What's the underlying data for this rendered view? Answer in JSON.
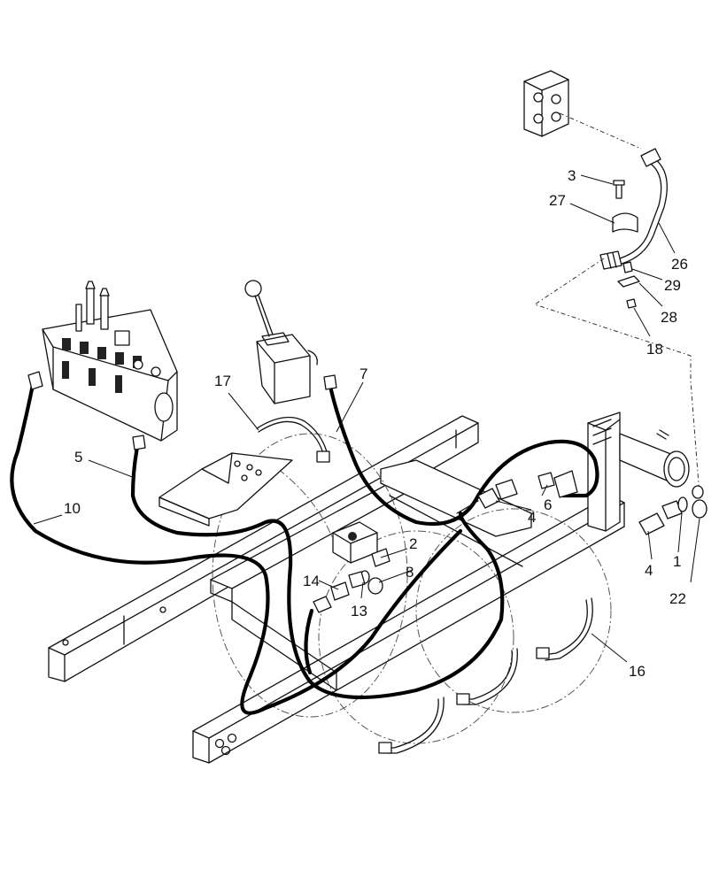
{
  "callouts": {
    "c1": "1",
    "c2": "2",
    "c3": "3",
    "c4a": "4",
    "c4b": "4",
    "c5": "5",
    "c6": "6",
    "c7": "7",
    "c8": "8",
    "c10": "10",
    "c13": "13",
    "c14": "14",
    "c16": "16",
    "c17": "17",
    "c18": "18",
    "c22": "22",
    "c26": "26",
    "c27": "27",
    "c28": "28",
    "c29": "29"
  }
}
